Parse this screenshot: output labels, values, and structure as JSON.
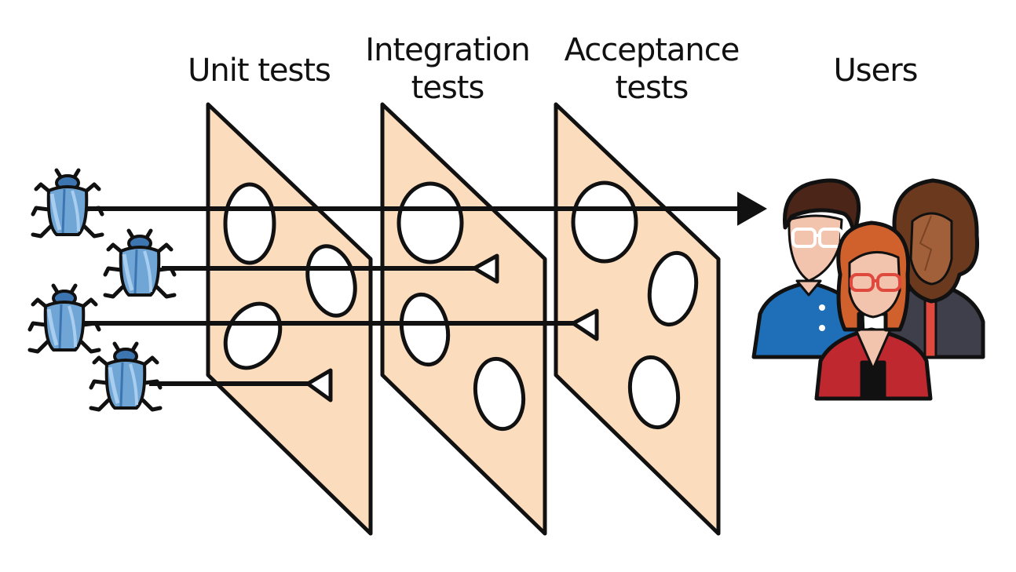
{
  "labels": {
    "unit_tests": "Unit tests",
    "integration_tests_line1": "Integration",
    "integration_tests_line2": "tests",
    "acceptance_tests_line1": "Acceptance",
    "acceptance_tests_line2": "tests",
    "users": "Users"
  },
  "colors": {
    "layer_fill": "#fbdcbd",
    "outline": "#111111",
    "bug_body": "#6fa6d6",
    "bug_light": "#a9cdef",
    "bug_dark": "#3d75b0",
    "user1_shirt": "#1f6fb8",
    "user1_hair": "#4a2518",
    "user2_hair": "#6b3a1e",
    "user2_jacket": "#3e3f4a",
    "user3_hair": "#d0602c",
    "user3_jacket": "#c0282f",
    "skin_light": "#f3c4ad",
    "skin_dark": "#a1603a",
    "glasses_red": "#e0493e"
  },
  "icons": [
    "bug-icon",
    "user-icon"
  ]
}
